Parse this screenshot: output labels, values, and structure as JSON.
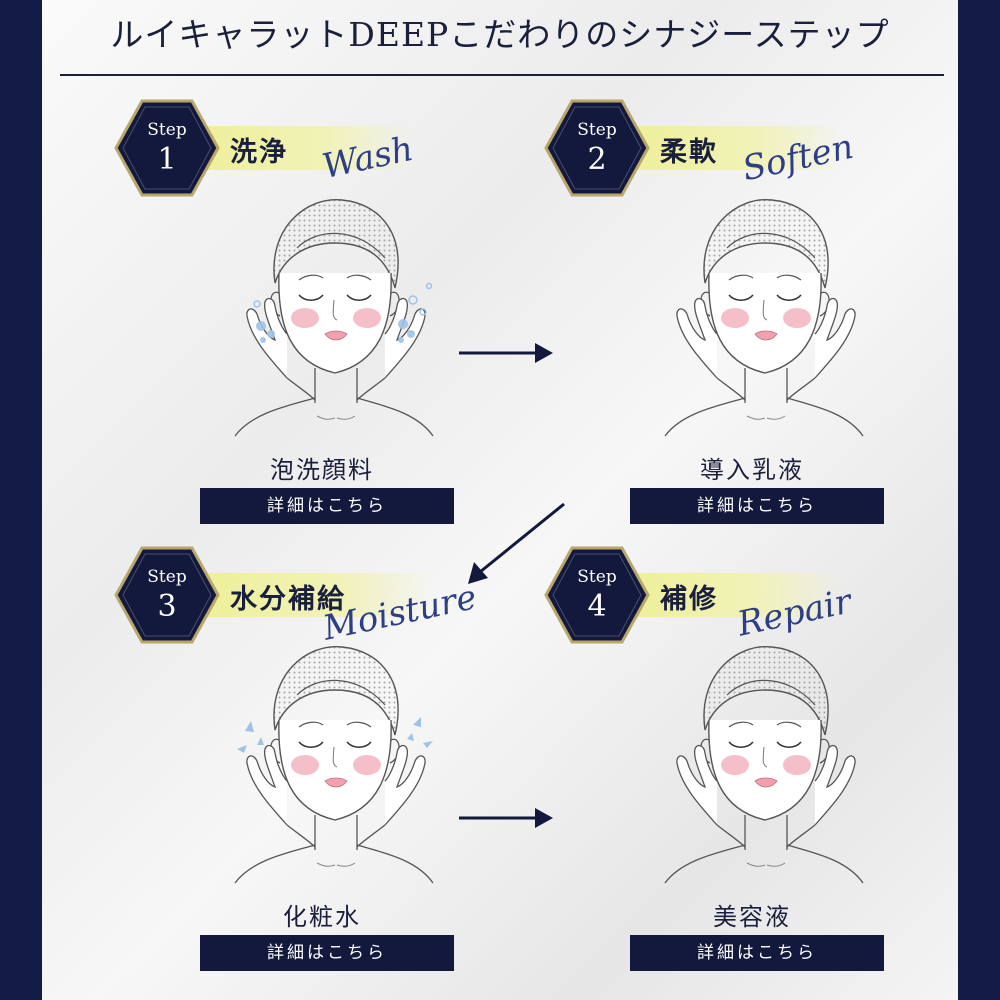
{
  "header": {
    "title": "ルイキャラットDEEPこだわりのシナジーステップ"
  },
  "steps": [
    {
      "step_word": "Step",
      "number": "1",
      "jp": "洗浄",
      "en": "Wash",
      "product": "泡洗顔料",
      "details_label": "詳細はこちら"
    },
    {
      "step_word": "Step",
      "number": "2",
      "jp": "柔軟",
      "en": "Soften",
      "product": "導入乳液",
      "details_label": "詳細はこちら"
    },
    {
      "step_word": "Step",
      "number": "3",
      "jp": "水分補給",
      "en": "Moisture",
      "product": "化粧水",
      "details_label": "詳細はこちら"
    },
    {
      "step_word": "Step",
      "number": "4",
      "jp": "補修",
      "en": "Repair",
      "product": "美容液",
      "details_label": "詳細はこちら"
    }
  ],
  "colors": {
    "navy": "#13183d",
    "frame": "#121c46",
    "highlight": "#eef09a",
    "script_blue": "#2d3e85",
    "gold": "#b9a66a",
    "blush": "#f2a9b8",
    "bubble": "#9fc3e8"
  },
  "icons": {
    "face": "woman-face-illustration",
    "arrow": "arrow-icon",
    "badge": "hexagon-badge"
  }
}
